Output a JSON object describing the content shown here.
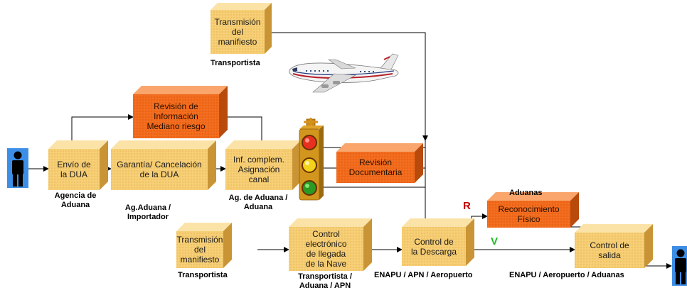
{
  "boxes": {
    "transmision_top": "Transmisión\ndel\nmanifiesto",
    "revision_info": "Revisión de\nInformación\nMediano riesgo",
    "envio_dua": "Envío de\nla DUA",
    "garantia": "Garantía/ Cancelación\nde la DUA",
    "inf_complem": "Inf. complem.\nAsignación\ncanal",
    "revision_doc": "Revisión\nDocumentaria",
    "reconocimiento": "Reconocimiento\nFísico",
    "transmision_bottom": "Transmisión\ndel\nmanifiesto",
    "control_electronico": "Control\nelectrónico\nde llegada\nde la Nave",
    "control_descarga": "Control de\nla Descarga",
    "control_salida": "Control de\nsalida"
  },
  "labels": {
    "transportista_top": "Transportista",
    "agencia_aduana": "Agencia de\nAduana",
    "ag_aduana_importador": "Ag.Aduana /\nImportador",
    "ag_aduana_aduana": "Ag. de Aduana /\nAduana",
    "aduanas": "Aduanas",
    "transportista_bottom": "Transportista",
    "transportista_aduana_apn": "Transportista /\nAduana / APN",
    "enapu_apn_aeropuerto": "ENAPU / APN / Aeropuerto",
    "enapu_aeropuerto_aduanas": "ENAPU / Aeropuerto / Aduanas"
  },
  "channels": {
    "red_letter": "R",
    "green_letter": "V"
  },
  "colors": {
    "yellow_front": "#f6cd72",
    "yellow_top": "#fbe3a8",
    "yellow_side": "#c99435",
    "orange_front": "#f26a1b",
    "orange_top": "#f9a56b",
    "orange_side": "#b84a0c",
    "red_letter": "#c00000",
    "green_letter": "#22bb22",
    "person_bg": "#3d8ee6"
  }
}
